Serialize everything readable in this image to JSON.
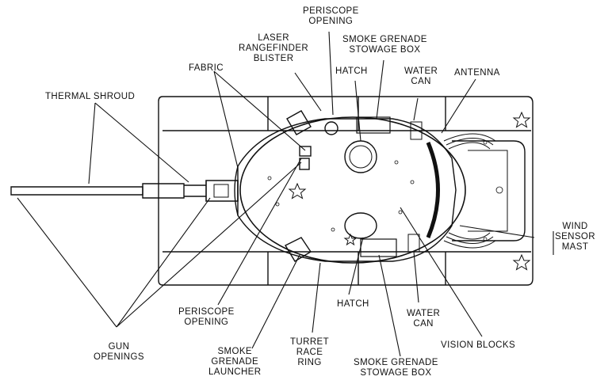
{
  "labels": {
    "periscope_top": [
      "PERISCOPE",
      "OPENING"
    ],
    "laser": [
      "LASER",
      "RANGEFINDER",
      "BLISTER"
    ],
    "smoke_box_top": [
      "SMOKE GRENADE",
      "STOWAGE BOX"
    ],
    "hatch_top": "HATCH",
    "water_top": [
      "WATER",
      "CAN"
    ],
    "antenna": "ANTENNA",
    "fabric": "FABRIC",
    "thermal": "THERMAL SHROUD",
    "wind": [
      "WIND",
      "SENSOR",
      "MAST"
    ],
    "periscope_bottom": [
      "PERISCOPE",
      "OPENING"
    ],
    "hatch_bottom": "HATCH",
    "water_bottom": [
      "WATER",
      "CAN"
    ],
    "gun_openings": [
      "GUN",
      "OPENINGS"
    ],
    "smoke_launcher": [
      "SMOKE",
      "GRENADE",
      "LAUNCHER"
    ],
    "turret_race": [
      "TURRET",
      "RACE",
      "RING"
    ],
    "smoke_box_bottom": [
      "SMOKE GRENADE",
      "STOWAGE BOX"
    ],
    "vision_blocks": "VISION BLOCKS"
  }
}
